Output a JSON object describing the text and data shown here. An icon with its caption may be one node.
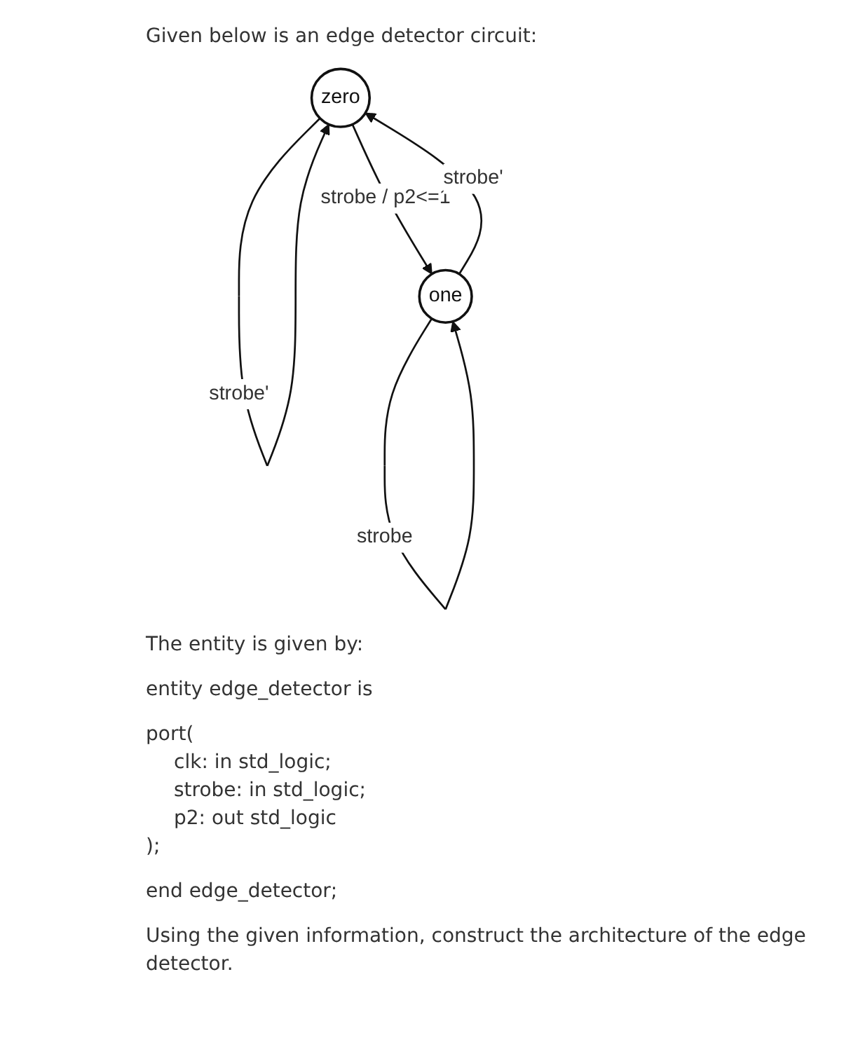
{
  "diagram": {
    "title": "Given below is an edge detector circuit:",
    "nodes": [
      {
        "text": [
          "zero"
        ]
      },
      {
        "text": [
          "one"
        ]
      }
    ],
    "edges": [
      {
        "from": 0,
        "to": 0,
        "arrow": "to",
        "label": "strobe'"
      },
      {
        "from": 0,
        "to": 1,
        "arrow": "to",
        "label": "strobe / p2<=1"
      },
      {
        "from": 1,
        "to": 0,
        "arrow": "to",
        "label": "strobe'"
      },
      {
        "from": 1,
        "to": 1,
        "arrow": "to",
        "label": "strobe"
      }
    ],
    "labels": [
      "The entity is given by:",
      "entity edge_detector is",
      "port(",
      "clk: in std_logic;",
      "strobe: in std_logic;",
      "p2: out std_logic",
      ");",
      "end edge_detector;",
      "Using the given information, construct the architecture of the edge detector."
    ]
  }
}
